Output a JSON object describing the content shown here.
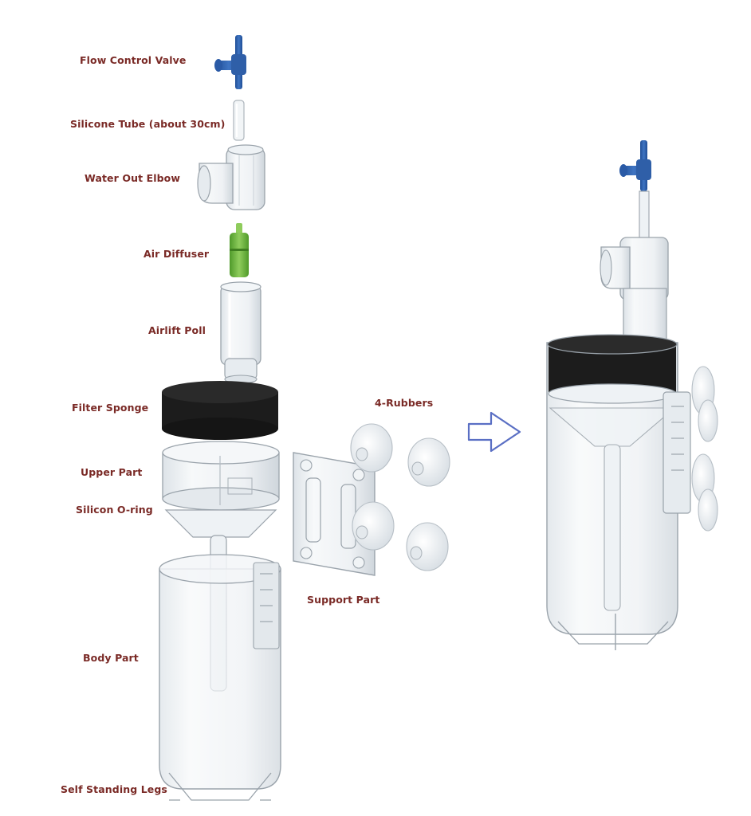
{
  "colors": {
    "label_text": "#7a2a26",
    "valve_blue": "#2f5fa8",
    "diffuser_green": "#6cae3f",
    "sponge_black": "#1c1c1c",
    "acrylic_stroke": "#9aa3ab",
    "arrow_blue": "#5a6fc4"
  },
  "labels": {
    "flow_control_valve": "Flow Control Valve",
    "silicone_tube": "Silicone Tube (about 30cm)",
    "water_out_elbow": "Water Out Elbow",
    "air_diffuser": "Air Diffuser",
    "airlift_poll": "Airlift Poll",
    "filter_sponge": "Filter Sponge",
    "upper_part": "Upper Part",
    "silicon_oring": "Silicon O-ring",
    "body_part": "Body Part",
    "self_standing_legs": "Self Standing Legs",
    "rubbers": "4-Rubbers",
    "support_part": "Support Part"
  },
  "icons": {
    "direction_arrow": "outline-arrow-right-icon"
  }
}
